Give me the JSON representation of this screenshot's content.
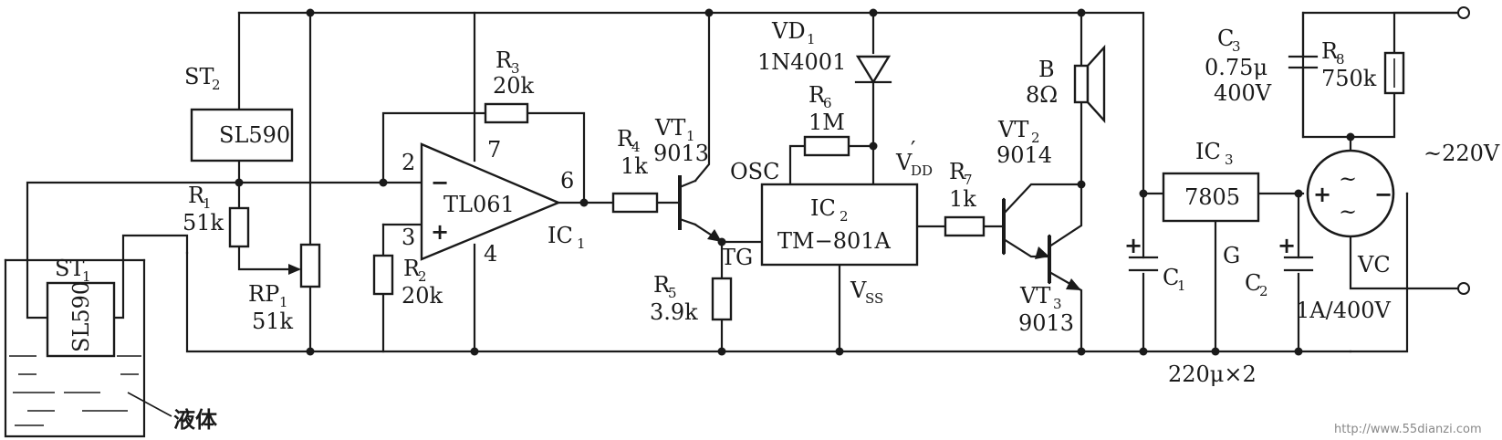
{
  "labels": {
    "st2": "ST",
    "st2_sub": "2",
    "sl590_top": "SL590",
    "st1": "ST",
    "st1_sub": "1",
    "sl590_probe": "SL590",
    "r1": "R",
    "r1_sub": "1",
    "r1_val": "51k",
    "rp1": "RP",
    "rp1_sub": "1",
    "rp1_val": "51k",
    "r3": "R",
    "r3_sub": "3",
    "r3_val": "20k",
    "pin2": "2",
    "pin3": "3",
    "pin4": "4",
    "pin6": "6",
    "pin7": "7",
    "minus": "−",
    "plus": "+",
    "tl061": "TL061",
    "ic1": "IC",
    "ic1_sub": "1",
    "r2": "R",
    "r2_sub": "2",
    "r2_val": "20k",
    "r4": "R",
    "r4_sub": "4",
    "r4_val": "1k",
    "vt1": "VT",
    "vt1_sub": "1",
    "vt1_val": "9013",
    "r5": "R",
    "r5_sub": "5",
    "r5_val": "3.9k",
    "tg": "TG",
    "vd1": "VD",
    "vd1_sub": "1",
    "vd1_val": "1N4001",
    "r6": "R",
    "r6_sub": "6",
    "r6_val": "1M",
    "osc": "OSC",
    "vdd": "V",
    "vdd_sub": "DD",
    "vdd_prime": "′",
    "ic2": "IC",
    "ic2_sub": "2",
    "ic2_val": "TM−801A",
    "vss": "V",
    "vss_sub": "SS",
    "r7": "R",
    "r7_sub": "7",
    "r7_val": "1k",
    "b": "B",
    "b_val": "8Ω",
    "vt2": "VT",
    "vt2_sub": "2",
    "vt2_val": "9014",
    "vt3": "VT",
    "vt3_sub": "3",
    "vt3_val": "9013",
    "c1": "C",
    "c1_sub": "1",
    "ic3": "IC",
    "ic3_sub": "3",
    "ic3_val": "7805",
    "g": "G",
    "c2": "C",
    "c2_sub": "2",
    "cap_val": "220μ×2",
    "c3": "C",
    "c3_sub": "3",
    "c3_val1": "0.75μ",
    "c3_val2": "400V",
    "r8": "R",
    "r8_sub": "8",
    "r8_val": "750k",
    "ac": "~220V",
    "vc": "VC",
    "vc_val": "1A/400V",
    "bridge_plus": "+",
    "bridge_minus": "−",
    "liquid": "液体",
    "watermark": "http://www.55dianzi.com"
  }
}
